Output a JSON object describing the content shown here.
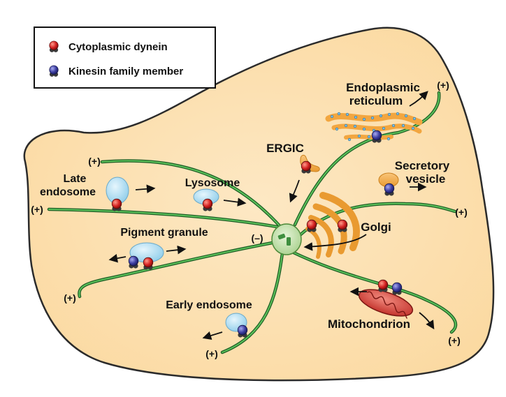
{
  "legend": {
    "dynein": "Cytoplasmic dynein",
    "kinesin": "Kinesin family member"
  },
  "labels": {
    "er_line1": "Endoplasmic",
    "er_line2": "reticulum",
    "ergic": "ERGIC",
    "secretory_line1": "Secretory",
    "secretory_line2": "vesicle",
    "late_line1": "Late",
    "late_line2": "endosome",
    "lysosome": "Lysosome",
    "golgi": "Golgi",
    "pigment": "Pigment granule",
    "early": "Early endosome",
    "mito": "Mitochondrion",
    "minus": "(–)",
    "plus": "(+)"
  },
  "colors": {
    "cell_fill": "#fde2b3",
    "cell_outline": "#2b2b2b",
    "microtubule": "#2e8b3a",
    "dynein": "#d32020",
    "kinesin": "#3b3da0",
    "vesicle": "#b7dff3",
    "organelle": "#f2a640",
    "mitochondrion": "#d9423a",
    "centrosome": "#b8dca0"
  }
}
